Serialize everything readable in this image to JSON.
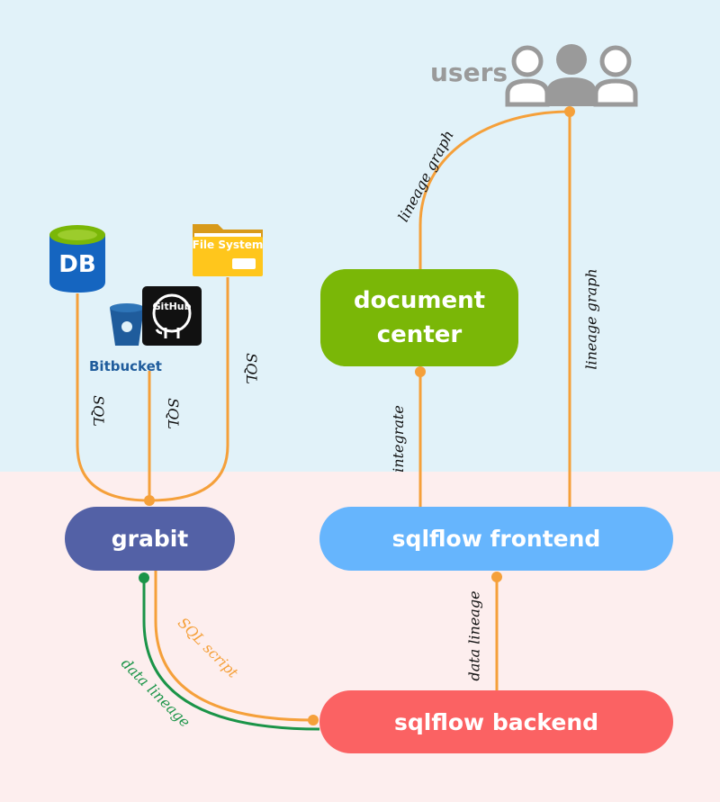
{
  "nodes": {
    "users": "users",
    "document_center": "document center",
    "grabit": "grabit",
    "sqlflow_frontend": "sqlflow frontend",
    "sqlflow_backend": "sqlflow backend"
  },
  "sources": {
    "db": "DB",
    "github": "GitHub",
    "bitbucket": "Bitbucket",
    "file_system": "File System"
  },
  "edge_labels": {
    "sql_db": "SQL",
    "sql_bitbucket": "SQL",
    "sql_filesystem": "SQL",
    "lineage_graph_doc": "lineage graph",
    "lineage_graph_front": "lineage graph",
    "integrate": "integrate",
    "data_lineage_front": "data lineage",
    "sql_script": "SQL script",
    "data_lineage_grabit": "data lineage"
  },
  "colors": {
    "top_bg": "#e1f2f9",
    "bottom_bg": "#fdeeee",
    "orange_edge": "#f5a03a",
    "green_edge": "#1b9448",
    "grabit": "#5361a6",
    "frontend": "#66b5fd",
    "backend": "#fb6263",
    "document_center": "#7ab707"
  }
}
